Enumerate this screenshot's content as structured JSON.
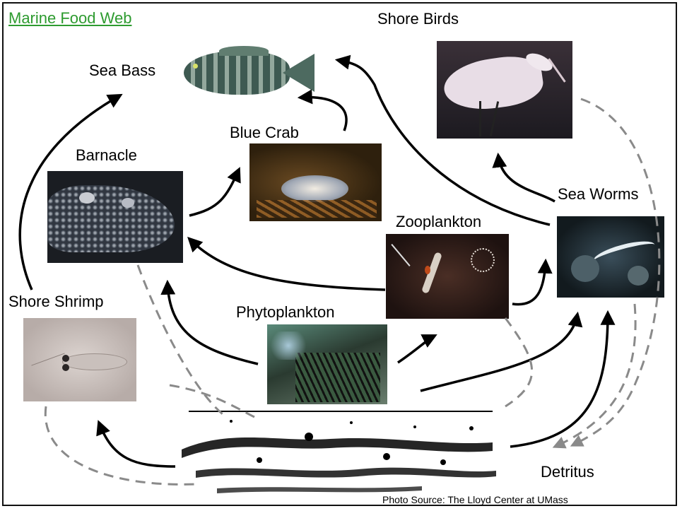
{
  "title": "Marine Food Web",
  "labels": {
    "shore_birds": "Shore Birds",
    "sea_bass": "Sea Bass",
    "blue_crab": "Blue Crab",
    "barnacle": "Barnacle",
    "sea_worms": "Sea Worms",
    "zooplankton": "Zooplankton",
    "shore_shrimp": "Shore Shrimp",
    "phytoplankton": "Phytoplankton",
    "detritus": "Detritus"
  },
  "source": "Photo Source: The Lloyd Center at UMass",
  "colors": {
    "title": "#2e9b30",
    "feeding_arrow": "#000000",
    "decay_arrow": "#8a8a8a"
  }
}
